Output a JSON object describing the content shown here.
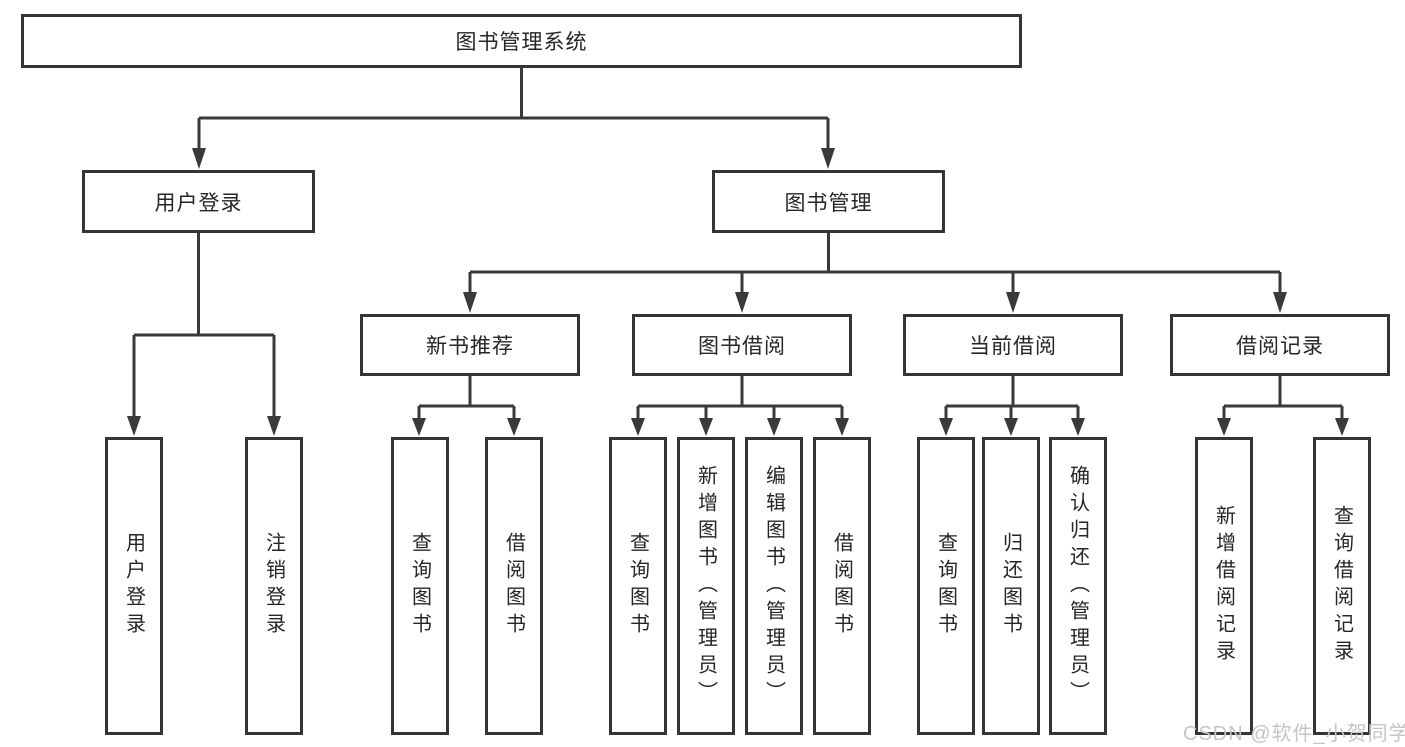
{
  "colors": {
    "line": "#3a3a3a",
    "box_border": "#343434",
    "text": "#262626",
    "watermark": "#c5c5c5",
    "background": "#ffffff"
  },
  "watermark": "CSDN @软件_小贺同学",
  "nodes": {
    "root": "图书管理系统",
    "user_login": "用户登录",
    "book_management": "图书管理",
    "new_book_recommend": "新书推荐",
    "book_borrow": "图书借阅",
    "current_borrow": "当前借阅",
    "borrow_records": "借阅记录",
    "login": "用户登录",
    "logout": "注销登录",
    "query_books_1": "查询图书",
    "borrow_books_1": "借阅图书",
    "query_books_2": "查询图书",
    "add_book": "新增图书（管理员）",
    "edit_book": "编辑图书（管理员）",
    "borrow_books_2": "借阅图书",
    "query_books_3": "查询图书",
    "return_book": "归还图书",
    "confirm_return": "确认归还（管理员）",
    "add_borrow_record": "新增借阅记录",
    "query_borrow_record": "查询借阅记录"
  },
  "hierarchy": {
    "图书管理系统": [
      "用户登录",
      "图书管理"
    ],
    "用户登录": [
      "用户登录",
      "注销登录"
    ],
    "图书管理": [
      "新书推荐",
      "图书借阅",
      "当前借阅",
      "借阅记录"
    ],
    "新书推荐": [
      "查询图书",
      "借阅图书"
    ],
    "图书借阅": [
      "查询图书",
      "新增图书（管理员）",
      "编辑图书（管理员）",
      "借阅图书"
    ],
    "当前借阅": [
      "查询图书",
      "归还图书",
      "确认归还（管理员）"
    ],
    "借阅记录": [
      "新增借阅记录",
      "查询借阅记录"
    ]
  }
}
